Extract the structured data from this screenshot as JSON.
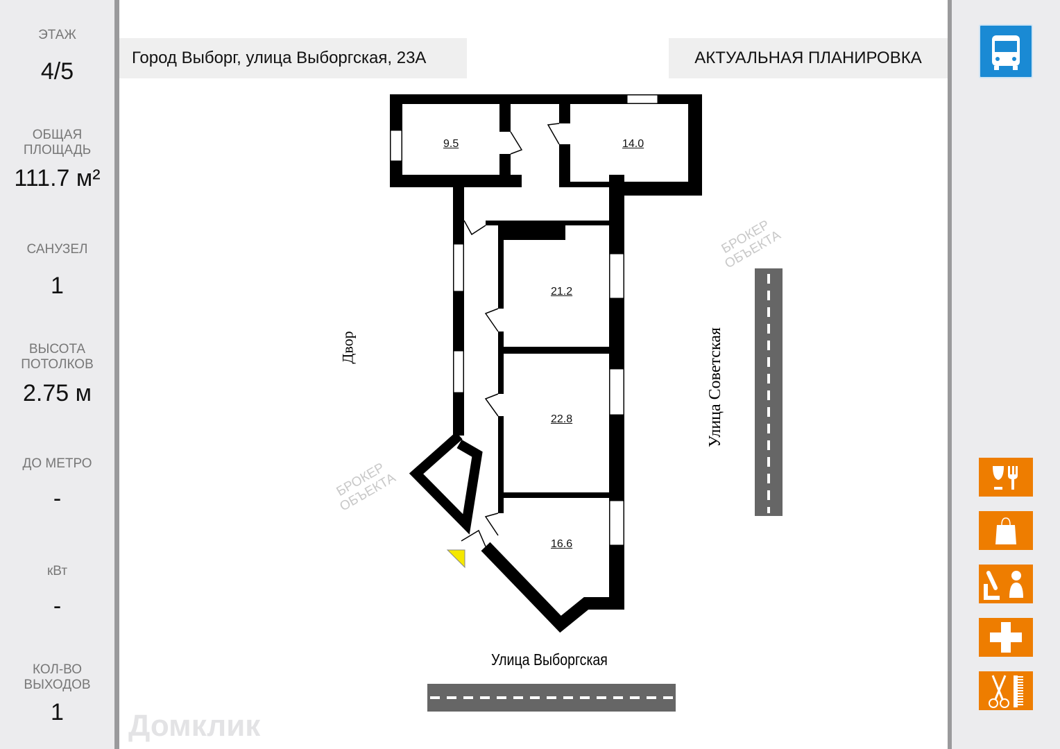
{
  "sidebar": {
    "stats": [
      {
        "label": "ЭТАЖ",
        "value": "4/5"
      },
      {
        "label": "ОБЩАЯ ПЛОЩАДЬ",
        "value": "111.7 м²"
      },
      {
        "label": "САНУЗЕЛ",
        "value": "1"
      },
      {
        "label": "ВЫСОТА ПОТОЛКОВ",
        "value": "2.75 м"
      },
      {
        "label": "ДО МЕТРО",
        "value": "-"
      },
      {
        "label": "кВт",
        "value": "-"
      },
      {
        "label": "КОЛ-ВО ВЫХОДОВ",
        "value": "1"
      }
    ]
  },
  "header": {
    "address": "Город Выборг, улица Выборгская, 23А",
    "title": "АКТУАЛЬНАЯ ПЛАНИРОВКА"
  },
  "plan": {
    "rooms": [
      "9.5",
      "14.0",
      "21.2",
      "22.8",
      "16.6"
    ],
    "yard": "Двор",
    "street_right": "Улица Советская",
    "street_bottom": "Улица Выборгская",
    "watermark": "БРОКЕР ОБЪЕКТА",
    "logo": "Домклик"
  },
  "icons": [
    "bus-icon",
    "restaurant-icon",
    "shopping-icon",
    "education-icon",
    "medical-icon",
    "barber-icon"
  ],
  "colors": {
    "accent": "#ee7d00",
    "bus": "#1a8ad4"
  }
}
